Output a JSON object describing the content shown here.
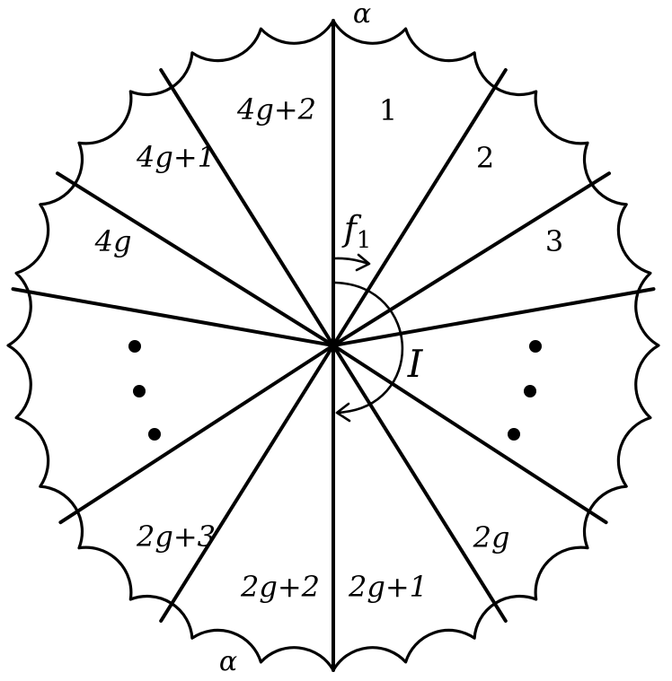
{
  "diagram": {
    "boundary_label": "α",
    "sector_labels": [
      "1",
      "2",
      "3",
      "2g",
      "2g+1",
      "2g+2",
      "2g+3",
      "4g",
      "4g+1",
      "4g+2"
    ],
    "map_label": "f1",
    "involution_label": "I"
  }
}
